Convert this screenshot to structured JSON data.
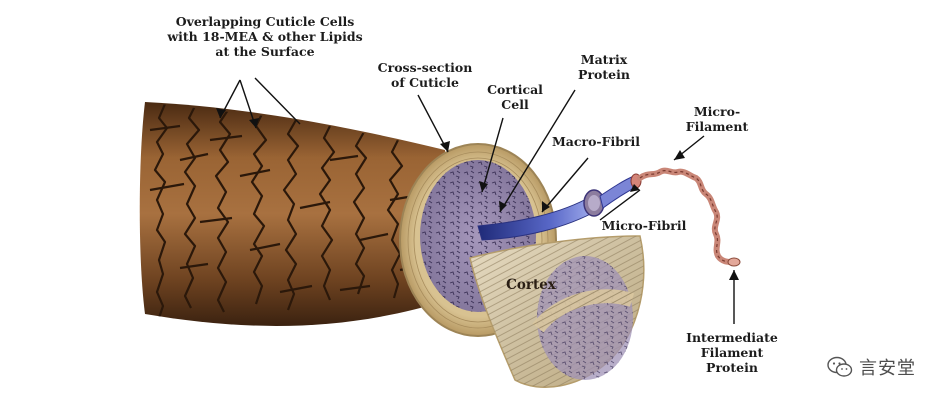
{
  "labels": {
    "cuticle_surface": "Overlapping Cuticle Cells\nwith 18-MEA & other Lipids\nat the Surface",
    "cuticle_cross_section": "Cross-section\nof Cuticle",
    "cortical_cell": "Cortical\nCell",
    "matrix_protein": "Matrix\nProtein",
    "macro_fibril": "Macro-Fibril",
    "micro_filament": "Micro-\nFilament",
    "micro_fibril": "Micro-Fibril",
    "cortex": "Cortex",
    "intermediate_filament": "Intermediate\nFilament\nProtein"
  },
  "watermark": {
    "text": "言安堂",
    "icon": "wechat-icon"
  },
  "colors": {
    "cuticle_brown": "#7a4a23",
    "cuticle_dark": "#3a2210",
    "cross_section_rim": "#e3cfa2",
    "cortex_fill": "#9a8cae",
    "fibril_blue": "#4a55b0",
    "filament_pink": "#c27d6c"
  }
}
